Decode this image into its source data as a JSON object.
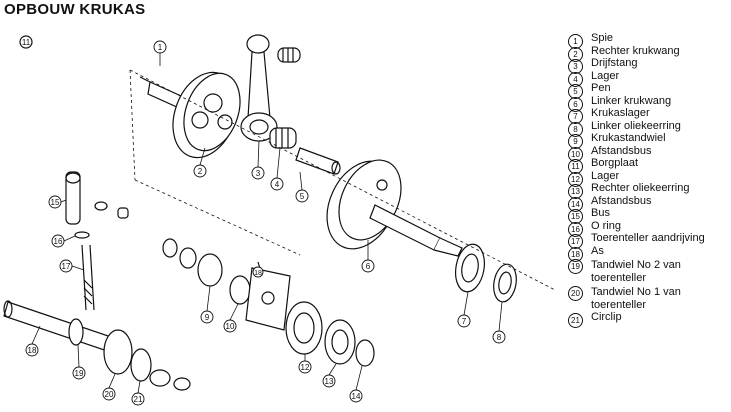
{
  "title": "OPBOUW KRUKAS",
  "corner_number": "11",
  "legend": [
    {
      "num": "1",
      "label": "Spie"
    },
    {
      "num": "2",
      "label": "Rechter krukwang"
    },
    {
      "num": "3",
      "label": "Drijfstang"
    },
    {
      "num": "4",
      "label": "Lager"
    },
    {
      "num": "5",
      "label": "Pen"
    },
    {
      "num": "6",
      "label": "Linker krukwang"
    },
    {
      "num": "7",
      "label": "Krukaslager"
    },
    {
      "num": "8",
      "label": "Linker oliekeerring"
    },
    {
      "num": "9",
      "label": "Krukastandwiel"
    },
    {
      "num": "10",
      "label": "Afstandsbus"
    },
    {
      "num": "11",
      "label": "Borgplaat"
    },
    {
      "num": "12",
      "label": "Lager"
    },
    {
      "num": "13",
      "label": "Rechter oliekeerring"
    },
    {
      "num": "14",
      "label": "Afstandsbus"
    },
    {
      "num": "15",
      "label": "Bus"
    },
    {
      "num": "16",
      "label": "O ring"
    },
    {
      "num": "17",
      "label": "Toerenteller aandrijving"
    },
    {
      "num": "18",
      "label": "As"
    },
    {
      "num": "19",
      "label": "Tandwiel No 2 van toerenteller"
    },
    {
      "num": "20",
      "label": "Tandwiel No 1 van toerenteller"
    },
    {
      "num": "21",
      "label": "Circlip"
    }
  ],
  "callouts": [
    "1",
    "2",
    "3",
    "4",
    "5",
    "6",
    "7",
    "8",
    "9",
    "10",
    "12",
    "13",
    "14",
    "15",
    "16",
    "17",
    "18",
    "19",
    "20",
    "21",
    "18"
  ]
}
